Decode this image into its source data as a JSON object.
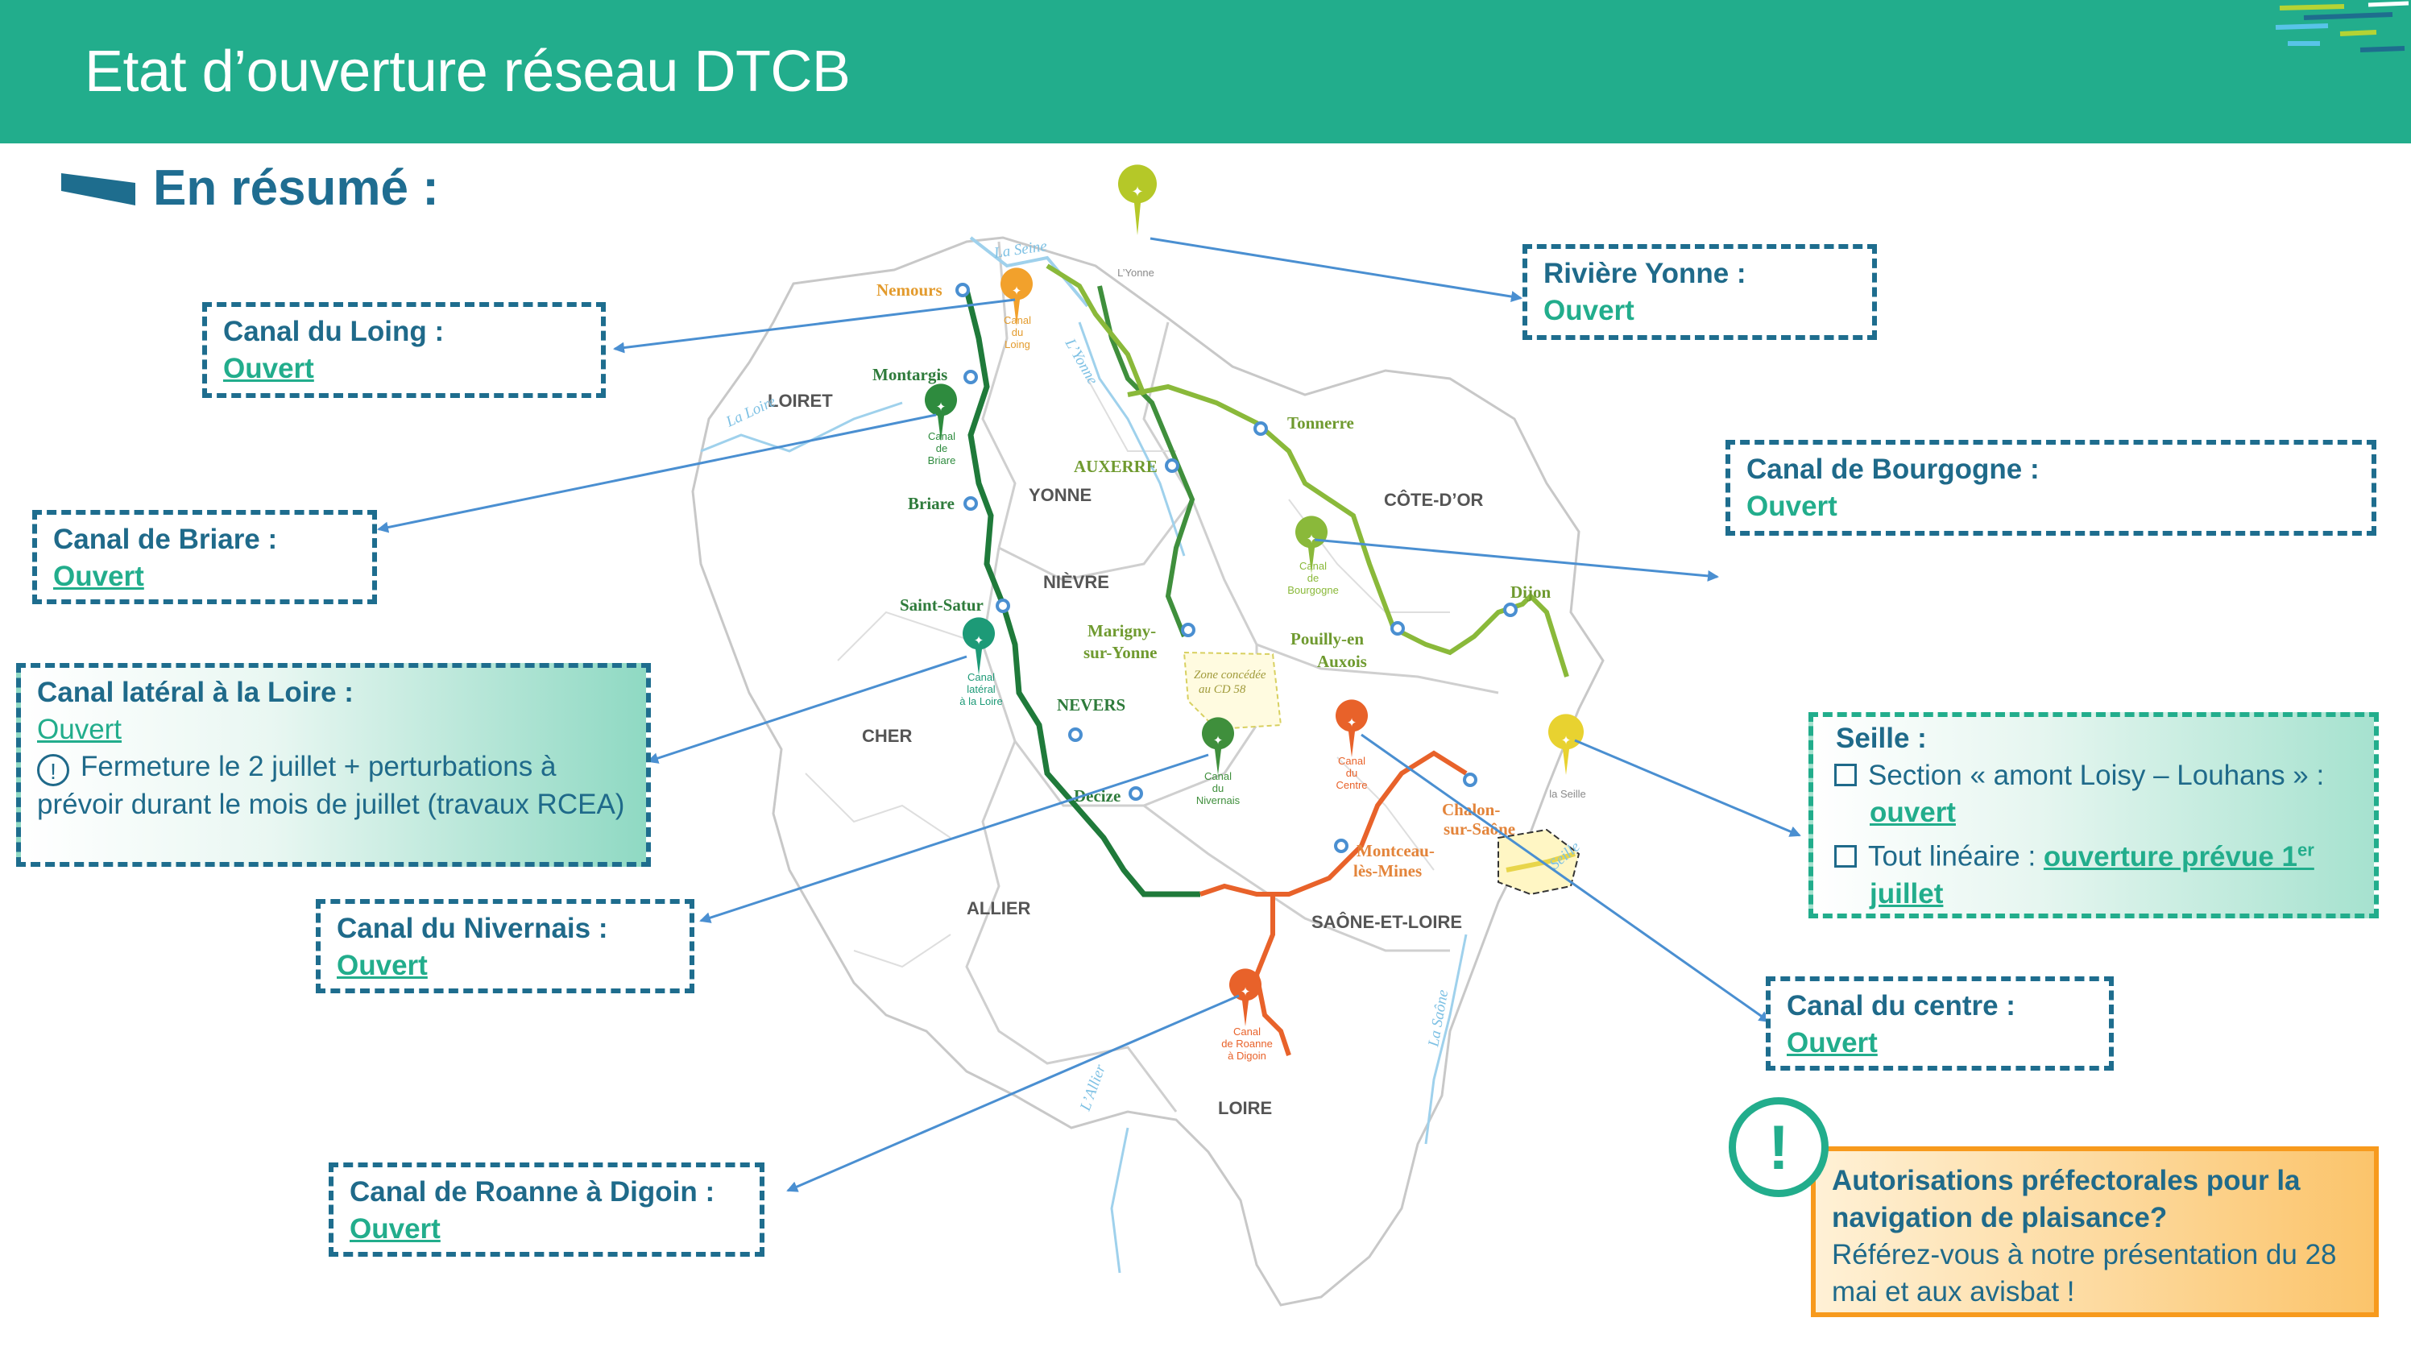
{
  "header": {
    "title": "Etat d’ouverture réseau DTCB"
  },
  "summary": {
    "title": "En résumé :"
  },
  "colors": {
    "header_bg": "#22ad8c",
    "dark_blue": "#1f6a8a",
    "status_green": "#22ad8c",
    "alert_orange": "#f79a1d",
    "route_dark_green": "#1f7a3a",
    "route_light_green": "#8ab93a",
    "route_orange": "#e8622a"
  },
  "boxes": {
    "yonne": {
      "name": "Rivière Yonne :",
      "status": "Ouvert"
    },
    "loing": {
      "name": "Canal du Loing :",
      "status": "Ouvert"
    },
    "bourgogne": {
      "name": "Canal de Bourgogne :",
      "status": "Ouvert"
    },
    "briare": {
      "name": "Canal de Briare :",
      "status": "Ouvert"
    },
    "loire": {
      "name": "Canal latéral à la Loire :",
      "status": "Ouvert",
      "note_icon": "!",
      "note": "Fermeture le 2 juillet + perturbations à prévoir durant le mois de juillet (travaux RCEA)"
    },
    "seille": {
      "name": "Seille :",
      "item1_label": "Section « amont Loisy – Louhans » :",
      "item1_status": "ouvert",
      "item2_label": "Tout linéaire :",
      "item2_status": "ouverture prévue 1",
      "item2_sup": "er",
      "item2_status_end": "juillet"
    },
    "nivernais": {
      "name": "Canal du Nivernais :",
      "status": "Ouvert"
    },
    "centre": {
      "name": "Canal du centre :",
      "status": "Ouvert"
    },
    "roanne": {
      "name": "Canal de Roanne à Digoin :",
      "status": "Ouvert"
    }
  },
  "alert": {
    "icon": "!",
    "question": "Autorisations préfectorales pour la navigation de plaisance?",
    "text": "Référez-vous à notre présentation du 28 mai et aux avisbat !"
  },
  "map": {
    "departments": [
      "LOIRET",
      "YONNE",
      "CÔTE-D’OR",
      "NIÈVRE",
      "CHER",
      "ALLIER",
      "SAÔNE-ET-LOIRE",
      "LOIRE"
    ],
    "cities": [
      "Nemours",
      "Montargis",
      "Briare",
      "Saint-Satur",
      "AUXERRE",
      "Tonnerre",
      "Dijon",
      "Marigny-sur-Yonne",
      "Pouilly-en-Auxois",
      "NEVERS",
      "Decize",
      "Chalon-sur-Saône",
      "Montceau-lès-Mines"
    ],
    "city_lines": {
      "marigny": [
        "Marigny-",
        "sur-Yonne"
      ],
      "pouilly": [
        "Pouilly-en",
        "Auxois"
      ],
      "chalon": [
        "Chalon-",
        "sur-Saône"
      ],
      "montceau": [
        "Montceau-",
        "lès-Mines"
      ]
    },
    "rivers": [
      "La Seine",
      "L’Yonne",
      "La Loire",
      "L’Allier",
      "La Saône",
      "Seille"
    ],
    "zone_note": [
      "Zone concédée",
      "au CD 58"
    ],
    "markers": {
      "yonne": [
        "L’Yonne"
      ],
      "loing": [
        "Canal",
        "du",
        "Loing"
      ],
      "briare": [
        "Canal",
        "de",
        "Briare"
      ],
      "bourgogne": [
        "Canal",
        "de",
        "Bourgogne"
      ],
      "loire": [
        "Canal",
        "latéral",
        "à la Loire"
      ],
      "nivernais": [
        "Canal",
        "du",
        "Nivernais"
      ],
      "centre": [
        "Canal",
        "du",
        "Centre"
      ],
      "seille": [
        "la Seille"
      ],
      "roanne": [
        "Canal",
        "de Roanne",
        "à Digoin"
      ]
    }
  }
}
